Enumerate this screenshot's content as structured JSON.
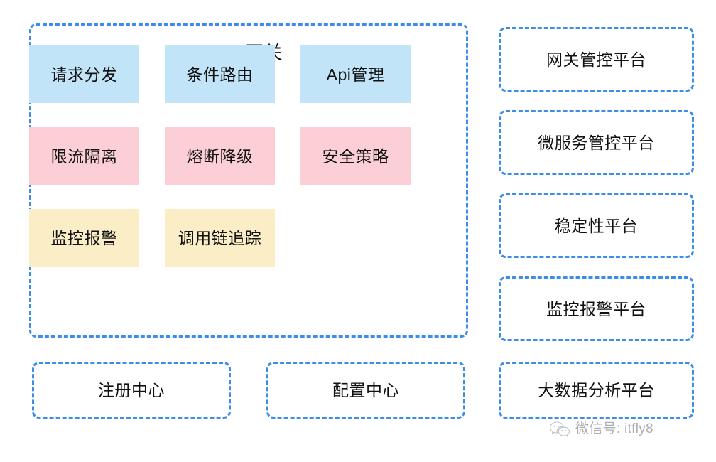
{
  "diagram": {
    "title": "API网关",
    "colors": {
      "dashed_border": "#3d8bec",
      "blue_fill": "#c2e4f8",
      "pink_fill": "#fbcfd5",
      "yellow_fill": "#fbeec6",
      "text": "#111111",
      "background": "#ffffff"
    },
    "features": [
      {
        "label": "请求分发",
        "color": "blue"
      },
      {
        "label": "条件路由",
        "color": "blue"
      },
      {
        "label": "Api管理",
        "color": "blue"
      },
      {
        "label": "限流隔离",
        "color": "pink"
      },
      {
        "label": "熔断降级",
        "color": "pink"
      },
      {
        "label": "安全策略",
        "color": "pink"
      },
      {
        "label": "监控报警",
        "color": "yellow"
      },
      {
        "label": "调用链追踪",
        "color": "yellow"
      },
      {
        "label": "",
        "color": "empty"
      }
    ],
    "infrastructure": [
      {
        "label": "注册中心"
      },
      {
        "label": "配置中心"
      }
    ],
    "platforms": [
      {
        "label": "网关管控平台"
      },
      {
        "label": "微服务管控平台"
      },
      {
        "label": "稳定性平台"
      },
      {
        "label": "监控报警平台"
      },
      {
        "label": "大数据分析平台"
      }
    ]
  },
  "watermark": {
    "icon": "wechat-icon",
    "text": "微信号: itfly8"
  }
}
